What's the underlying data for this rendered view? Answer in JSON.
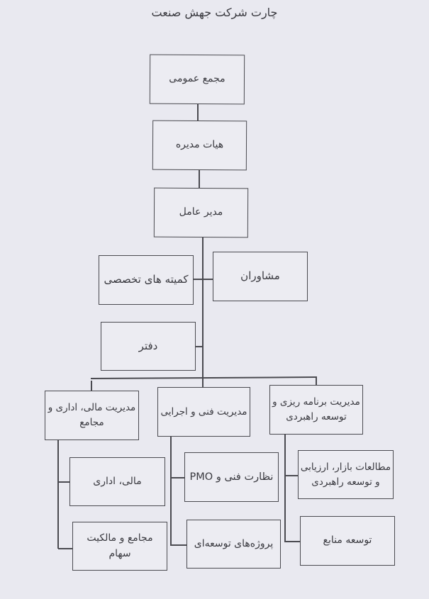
{
  "chart_title": "چارت شرکت جهش صنعت",
  "colors": {
    "background": "#e9e9f0",
    "line": "#4a4a50",
    "text": "#3a3a40"
  },
  "chart_data": {
    "type": "org-chart",
    "title": "چارت شرکت جهش صنعت",
    "nodes": [
      {
        "id": "general_assembly",
        "label": "مجمع عمومی",
        "parent": null
      },
      {
        "id": "board",
        "label": "هیات مدیره",
        "parent": "general_assembly"
      },
      {
        "id": "ceo",
        "label": "مدیر عامل",
        "parent": "board"
      },
      {
        "id": "committees",
        "label": "کمیته های تخصصی",
        "parent": "ceo",
        "staff": true
      },
      {
        "id": "advisors",
        "label": "مشاوران",
        "parent": "ceo",
        "staff": true
      },
      {
        "id": "office",
        "label": "دفتر",
        "parent": "ceo",
        "staff": true
      },
      {
        "id": "finance_mgmt",
        "label": "مدیریت مالی، اداری و مجامع",
        "parent": "ceo"
      },
      {
        "id": "tech_mgmt",
        "label": "مدیریت فنی و اجرایی",
        "parent": "ceo"
      },
      {
        "id": "planning_mgmt",
        "label": "مدیریت برنامه ریزی و توسعه راهبردی",
        "parent": "ceo"
      },
      {
        "id": "finance_admin",
        "label": "مالی، اداری",
        "parent": "finance_mgmt"
      },
      {
        "id": "assemblies_shares",
        "label": "مجامع و مالکیت سهام",
        "parent": "finance_mgmt"
      },
      {
        "id": "tech_pmo",
        "label": "نظارت فنی و PMO",
        "parent": "tech_mgmt"
      },
      {
        "id": "dev_projects",
        "label": "پروژه‌های توسعه‌ای",
        "parent": "tech_mgmt"
      },
      {
        "id": "market_studies",
        "label": "مطالعات بازار، ارزیابی و توسعه راهبردی",
        "parent": "planning_mgmt"
      },
      {
        "id": "resource_dev",
        "label": "توسعه منابع",
        "parent": "planning_mgmt"
      }
    ]
  },
  "boxes": {
    "general_assembly": "مجمع عمومی",
    "board": "هیات مدیره",
    "ceo": "مدیر عامل",
    "committees": "کمیته های تخصصی",
    "advisors": "مشاوران",
    "office": "دفتر",
    "finance_mgmt": "مدیریت مالی، اداری و مجامع",
    "tech_mgmt": "مدیریت فنی و اجرایی",
    "planning_mgmt": "مدیریت برنامه ریزی و توسعه راهبردی",
    "finance_admin": "مالی، اداری",
    "assemblies_shares": "مجامع و مالکیت سهام",
    "tech_pmo": "نظارت فنی و PMO",
    "dev_projects": "پروژه‌های توسعه‌ای",
    "market_studies": "مطالعات بازار، ارزیابی و توسعه راهبردی",
    "resource_dev": "توسعه منابع"
  }
}
